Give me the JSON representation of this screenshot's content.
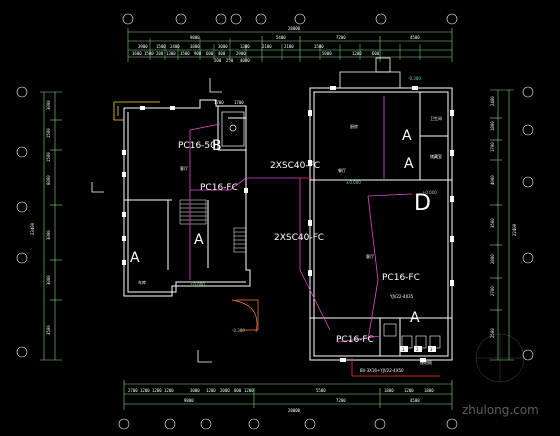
{
  "dims": {
    "top_overall": "28000",
    "top_left_total": "9800",
    "top_mid_total": "5400",
    "top_right_a": "7200",
    "top_right_b": "4500",
    "top_row2": [
      "3900",
      "1500",
      "2400",
      "3800",
      "3000",
      "1300",
      "2100",
      "2100",
      "1500"
    ],
    "top_row3": [
      "1600",
      "1500",
      "200",
      "1300",
      "1500",
      "900",
      "600",
      "400",
      "2900",
      "5000",
      "1200",
      "600"
    ],
    "top_small": [
      "200",
      "250",
      "4000"
    ],
    "left_total": "23400",
    "left_parts": [
      "3000",
      "1500",
      "1500",
      "8000",
      "3000",
      "3000",
      "3500"
    ],
    "right_total": "22400",
    "right_parts": [
      "2400",
      "1800",
      "1700",
      "4000",
      "3500",
      "2800",
      "2700",
      "2500"
    ],
    "bottom_overall": "28000",
    "bottom_left": "9800",
    "bottom_right_a": "7200",
    "bottom_right_b": "4500",
    "bottom_row": [
      "2700",
      "1200",
      "1200",
      "1200",
      "3000",
      "1200",
      "2000",
      "800",
      "1200",
      "5500",
      "1800",
      "1200",
      "1800"
    ],
    "inner_small": [
      "1700",
      "1700"
    ]
  },
  "labels": {
    "pc1": "PC16-50",
    "pc2": "PC16-FC",
    "xs1": "2XSC40-FC",
    "xs2": "2XSC40-FC",
    "pc3": "PC16-FC",
    "pc4": "PC16-FC",
    "room_left": "客厅",
    "room_right1": "厨房",
    "room_right2": "餐厅",
    "room_right3": "客厅",
    "bath": "卫生间",
    "store": "储藏室",
    "garage": "车库",
    "lv1": "±0.000",
    "lv2": "±0.000",
    "lv3": "-0.300",
    "lv4": "-0.300",
    "lv5": "±0.000",
    "note1": "接地极",
    "note2": "YJV22-4X35",
    "note3": "BV-3X16+YJV22-4X50",
    "badge1": "1",
    "badge2": "2",
    "badge3": "3"
  },
  "axes": [
    "A",
    "A",
    "B",
    "A",
    "A",
    "D",
    "A"
  ],
  "watermark": "zhulong.com"
}
